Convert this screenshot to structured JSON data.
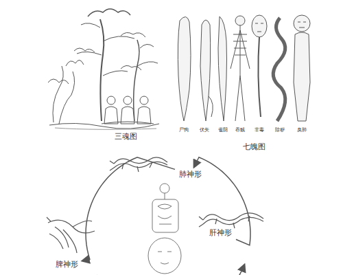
{
  "diagram": {
    "nodes": [
      {
        "text": [
          "肺神形"
        ]
      },
      {
        "text": [
          "肝神形"
        ]
      },
      {
        "text": [
          "脾神形"
        ]
      }
    ],
    "edges": [
      {
        "from": 1,
        "to": 0,
        "arrow": "to"
      },
      {
        "from": 0,
        "to": 2,
        "arrow": "to"
      }
    ],
    "labels": [
      "尸狗",
      "伏矢",
      "雀阴",
      "吞贼",
      "非毒",
      "除秽",
      "臭肺",
      "三魂图",
      "七魄图"
    ]
  }
}
